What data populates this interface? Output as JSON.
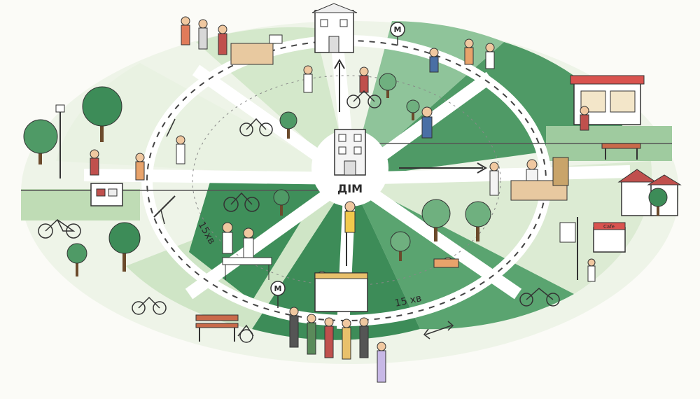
{
  "center_label": "ДІМ",
  "time_labels": {
    "left": "15хв",
    "bottom": "15 хв"
  },
  "metro_signs": [
    "M",
    "M"
  ],
  "cafe_sign": "Cafe",
  "colors": {
    "dark_green": "#3f8f5a",
    "mid_green": "#7fb88a",
    "light_green": "#cfe5c6",
    "pale_green": "#e4efdc",
    "road": "#ffffff",
    "ink": "#2b2b2b",
    "paper": "#fbfbf7"
  }
}
